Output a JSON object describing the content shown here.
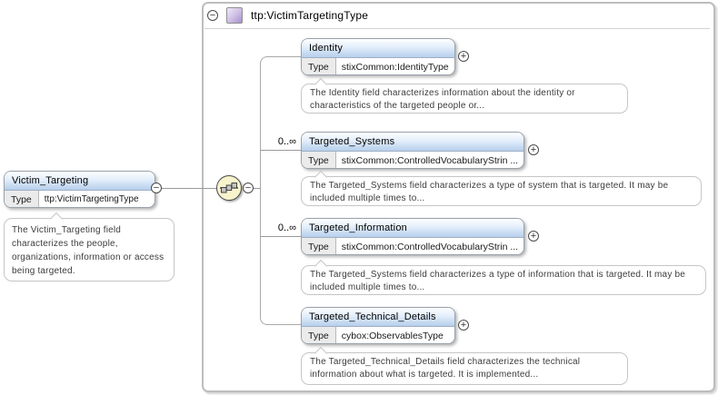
{
  "frame": {
    "title": "ttp:VictimTargetingType",
    "collapse_glyph": "−"
  },
  "icons": {
    "minus": "−",
    "plus": "+"
  },
  "root_element": {
    "name": "Victim_Targeting",
    "type_label": "Type",
    "type_value": "ttp:VictimTargetingType",
    "annotation": "The Victim_Targeting field characterizes the people, organizations, information or access being targeted."
  },
  "compositor": {
    "kind": "sequence"
  },
  "children": [
    {
      "name": "Identity",
      "type_label": "Type",
      "type_value": "stixCommon:IdentityType",
      "occurrence": "",
      "annotation": "The Identity field characterizes information about the identity or characteristics of the targeted people or..."
    },
    {
      "name": "Targeted_Systems",
      "type_label": "Type",
      "type_value": "stixCommon:ControlledVocabularyStrin ...",
      "occurrence": "0..∞",
      "annotation": "The Targeted_Systems field characterizes a type of system that is targeted. It may be included multiple times to..."
    },
    {
      "name": "Targeted_Information",
      "type_label": "Type",
      "type_value": "stixCommon:ControlledVocabularyStrin ...",
      "occurrence": "0..∞",
      "annotation": "The Targeted_Systems field characterizes a type of information that is targeted. It may be included multiple times to..."
    },
    {
      "name": "Targeted_Technical_Details",
      "type_label": "Type",
      "type_value": "cybox:ObservablesType",
      "occurrence": "",
      "annotation": "The Targeted_Technical_Details field characterizes the technical information about what is targeted. It is implemented..."
    }
  ],
  "colors": {
    "box_header_blue": "#b7cfec",
    "compositor_yellow": "#f7f3cd",
    "complex_type_purple": "#a68ccd",
    "frame_border": "#bdbdbd"
  }
}
